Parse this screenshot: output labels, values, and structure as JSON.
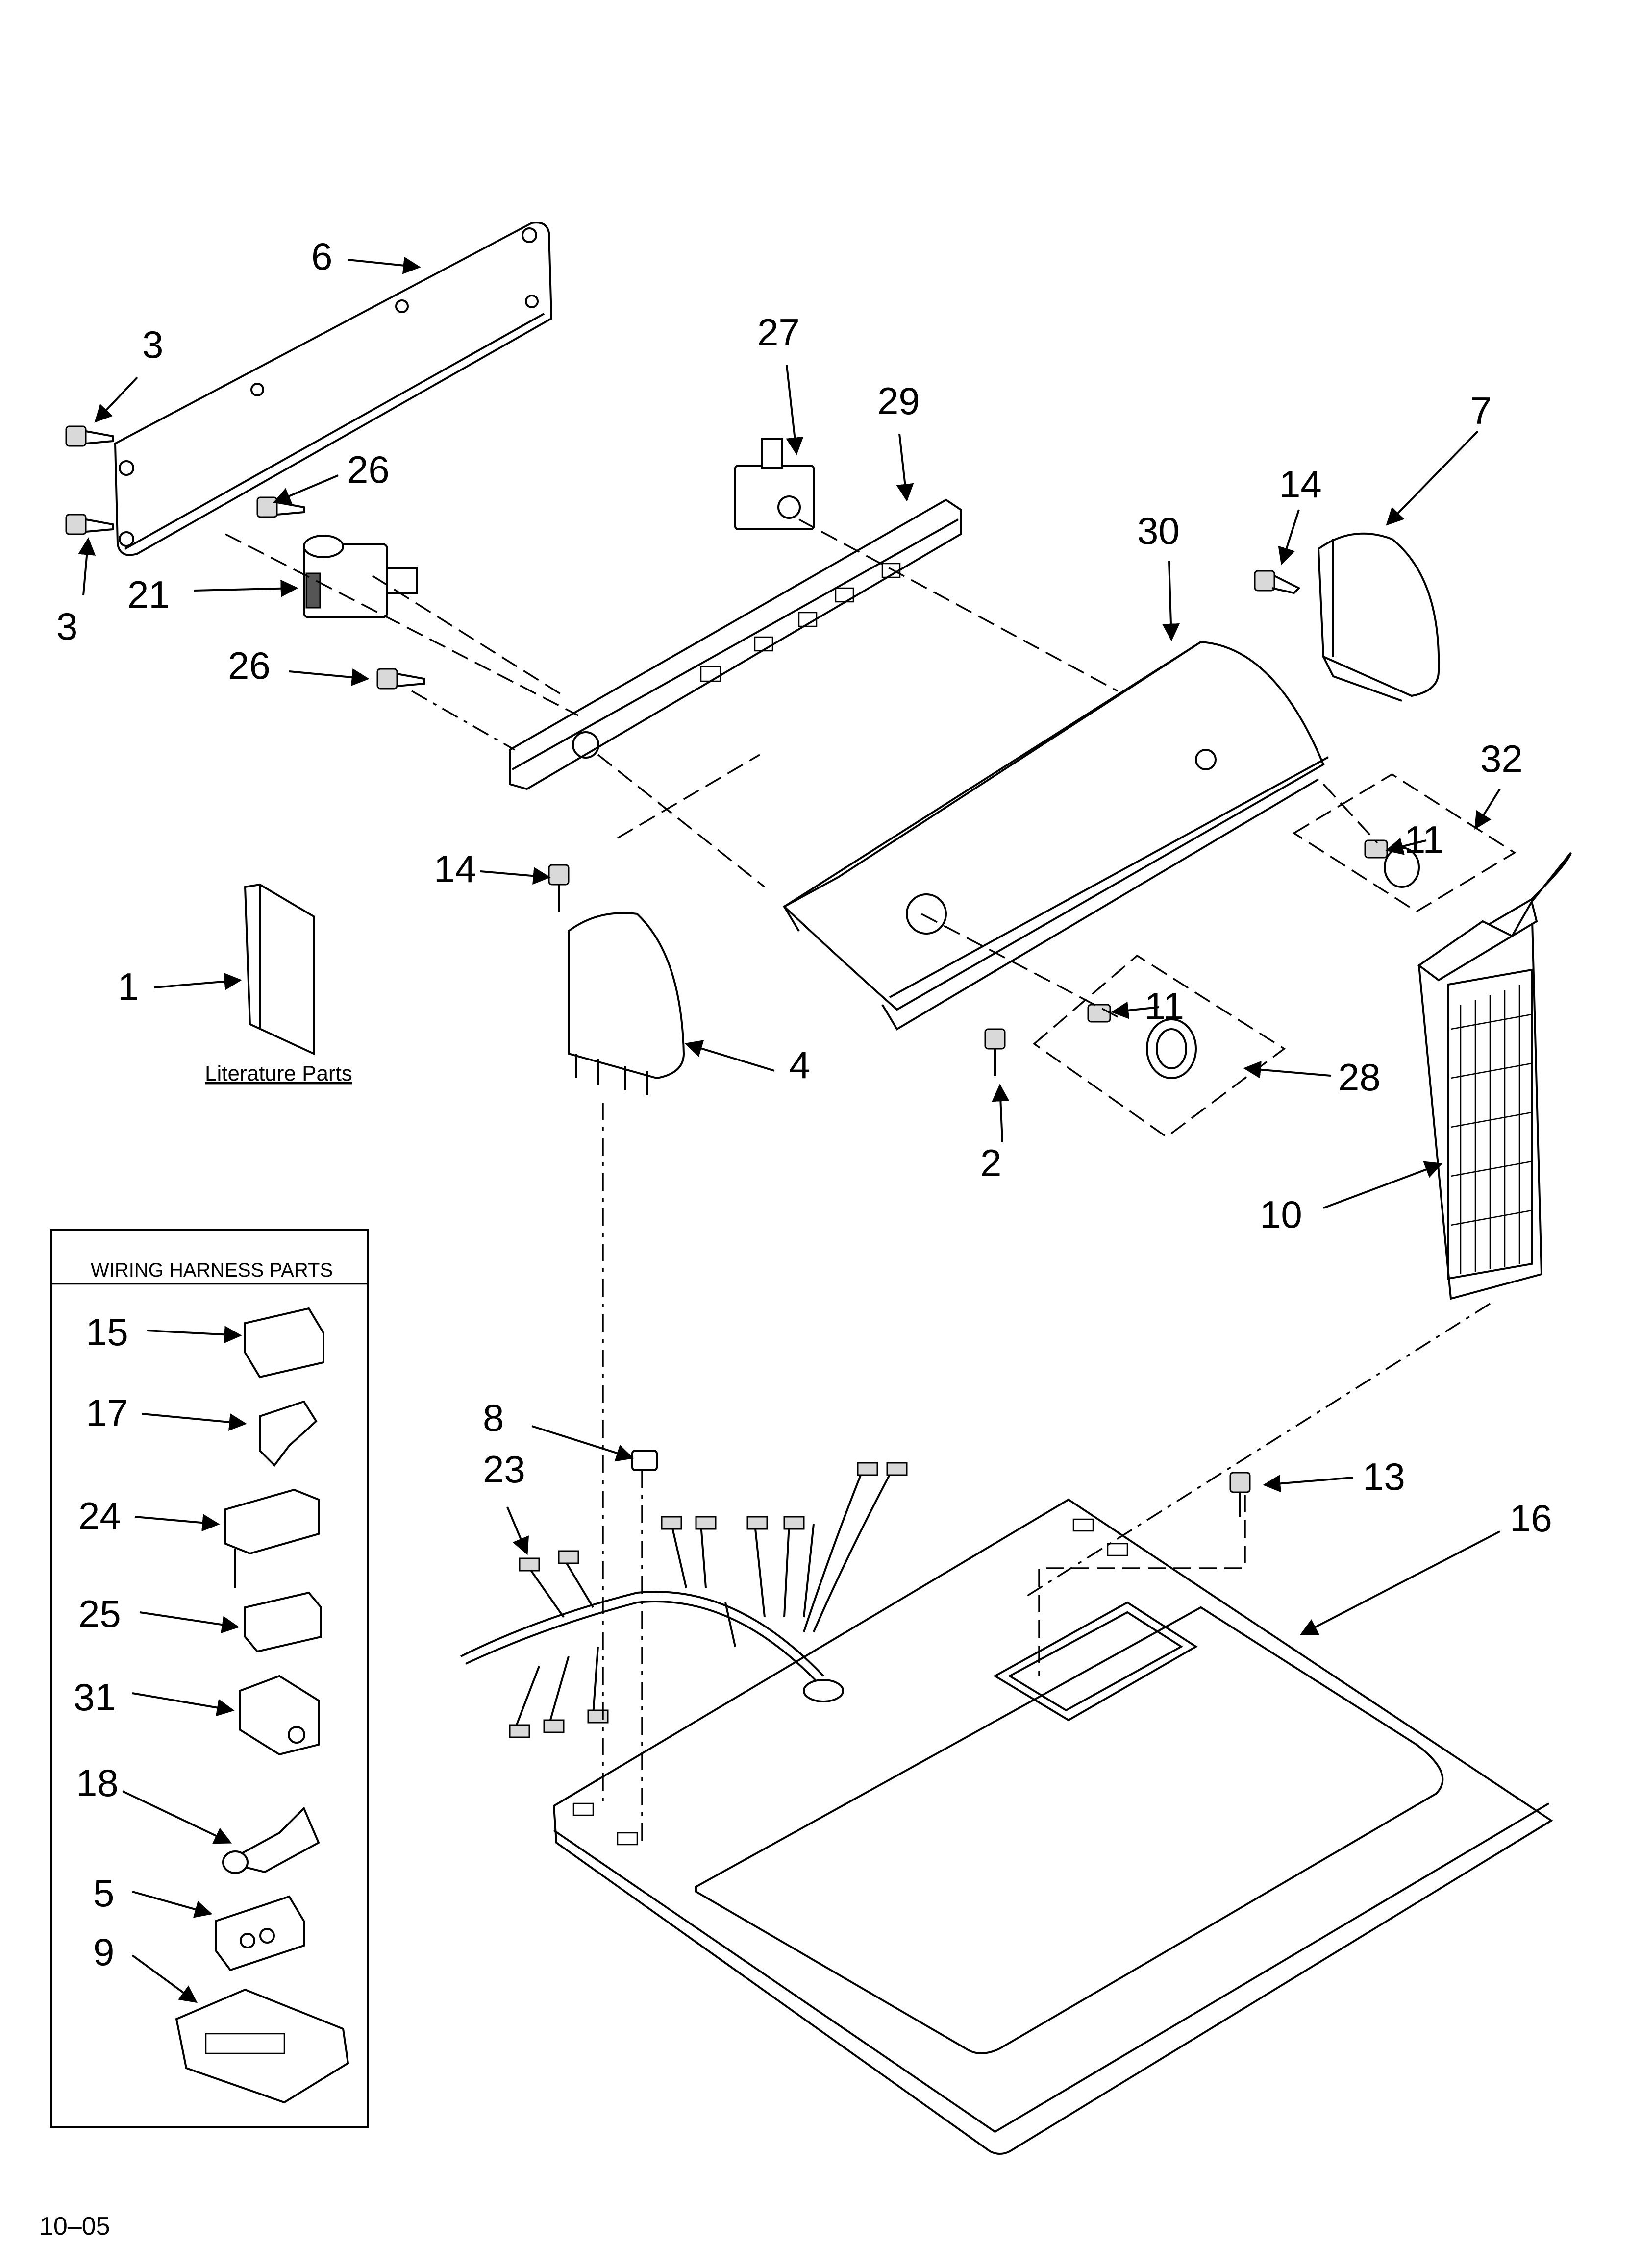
{
  "callouts": {
    "c1": "1",
    "c2": "2",
    "c3a": "3",
    "c3b": "3",
    "c4": "4",
    "c5": "5",
    "c6": "6",
    "c7": "7",
    "c8": "8",
    "c9": "9",
    "c10": "10",
    "c11a": "11",
    "c11b": "11",
    "c13": "13",
    "c14a": "14",
    "c14b": "14",
    "c15": "15",
    "c16": "16",
    "c17": "17",
    "c18": "18",
    "c21": "21",
    "c23": "23",
    "c24": "24",
    "c25": "25",
    "c26a": "26",
    "c26b": "26",
    "c27": "27",
    "c28": "28",
    "c29": "29",
    "c30": "30",
    "c31": "31",
    "c32": "32"
  },
  "literature_label": "Literature Parts",
  "wiring_box_title": "WIRING HARNESS PARTS",
  "footer_code": "10–05"
}
